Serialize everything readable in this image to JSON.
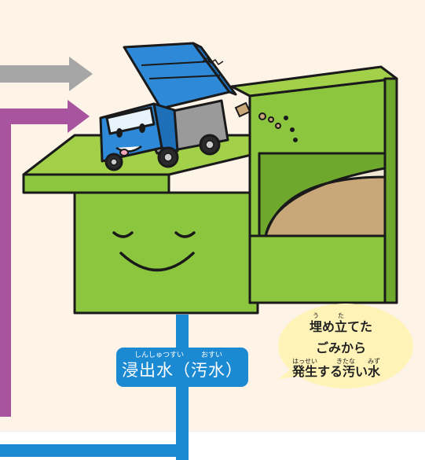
{
  "label": {
    "reading_1": "しんしゅつすい",
    "reading_2": "おすい",
    "text": "浸出水（汚水）"
  },
  "bubble": {
    "line1_reading": "う　　　た",
    "line1": "埋め立てた",
    "line2": "ごみから",
    "line3_reading": "はっせい　　　きたな　　みず",
    "line3": "発生する汚い水"
  },
  "colors": {
    "panel": "#fdf3e7",
    "grass_top": "#8cc63f",
    "grass_side": "#a2d149",
    "grass_dark": "#6ea82d",
    "leachate_pipe": "#1b8ad3",
    "gray_arrow": "#a6a6a6",
    "purple_arrow": "#a8549f",
    "truck_blue": "#2e8ad8",
    "bubble_yellow": "#fff3b8",
    "waste_fill": "#c8a878"
  },
  "icons": [
    "gray-arrow-icon",
    "purple-arrow-icon",
    "dump-truck-icon",
    "smiling-face-icon",
    "falling-debris-icon"
  ]
}
